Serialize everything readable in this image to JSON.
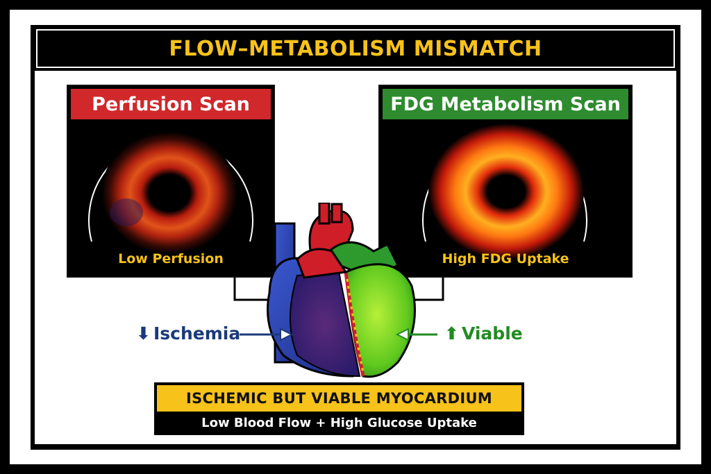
{
  "title": "FLOW–METABOLISM MISMATCH",
  "left_scan": {
    "header": "Perfusion Scan",
    "header_color": "#d0282b",
    "caption": "Low Perfusion"
  },
  "right_scan": {
    "header": "FDG Metabolism Scan",
    "header_color": "#2e8b2e",
    "caption": "High FDG Uptake"
  },
  "left_label": {
    "text": "Ischemia",
    "icon": "down-arrow-icon",
    "color": "#1b3a7a"
  },
  "right_label": {
    "text": "Viable",
    "icon": "up-arrow-icon",
    "color": "#228b22"
  },
  "bottom": {
    "headline": "ISCHEMIC BUT VIABLE MYOCARDIUM",
    "subline": "Low Blood Flow + High Glucose Uptake"
  },
  "colors": {
    "title_yellow": "#f7c21a",
    "ischemic_blue": "#2a3fa0",
    "viable_green": "#5ec81e"
  }
}
